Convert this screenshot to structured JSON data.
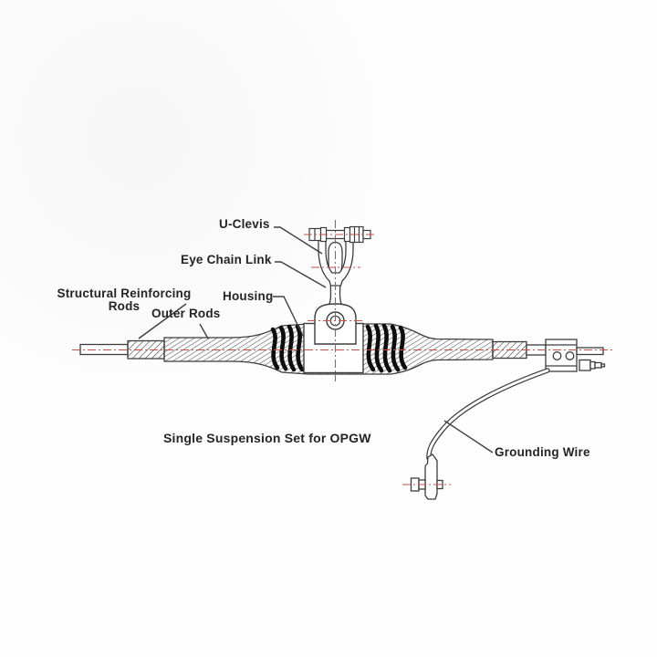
{
  "title": "Single Suspension Set for OPGW",
  "labels": {
    "u_clevis": "U-Clevis",
    "eye_chain_link": "Eye Chain Link",
    "housing": "Housing",
    "structural_reinforcing_rods": {
      "line1": "Structural Reinforcing",
      "line2": "Rods"
    },
    "outer_rods": "Outer Rods",
    "grounding_wire": "Grounding Wire"
  },
  "colors": {
    "drawing_line": "#3d3d3d",
    "helical_rods_black": "#0d0d0d",
    "centerline_red": "#c0524a",
    "label_text": "#242424",
    "background": "#ffffff"
  }
}
